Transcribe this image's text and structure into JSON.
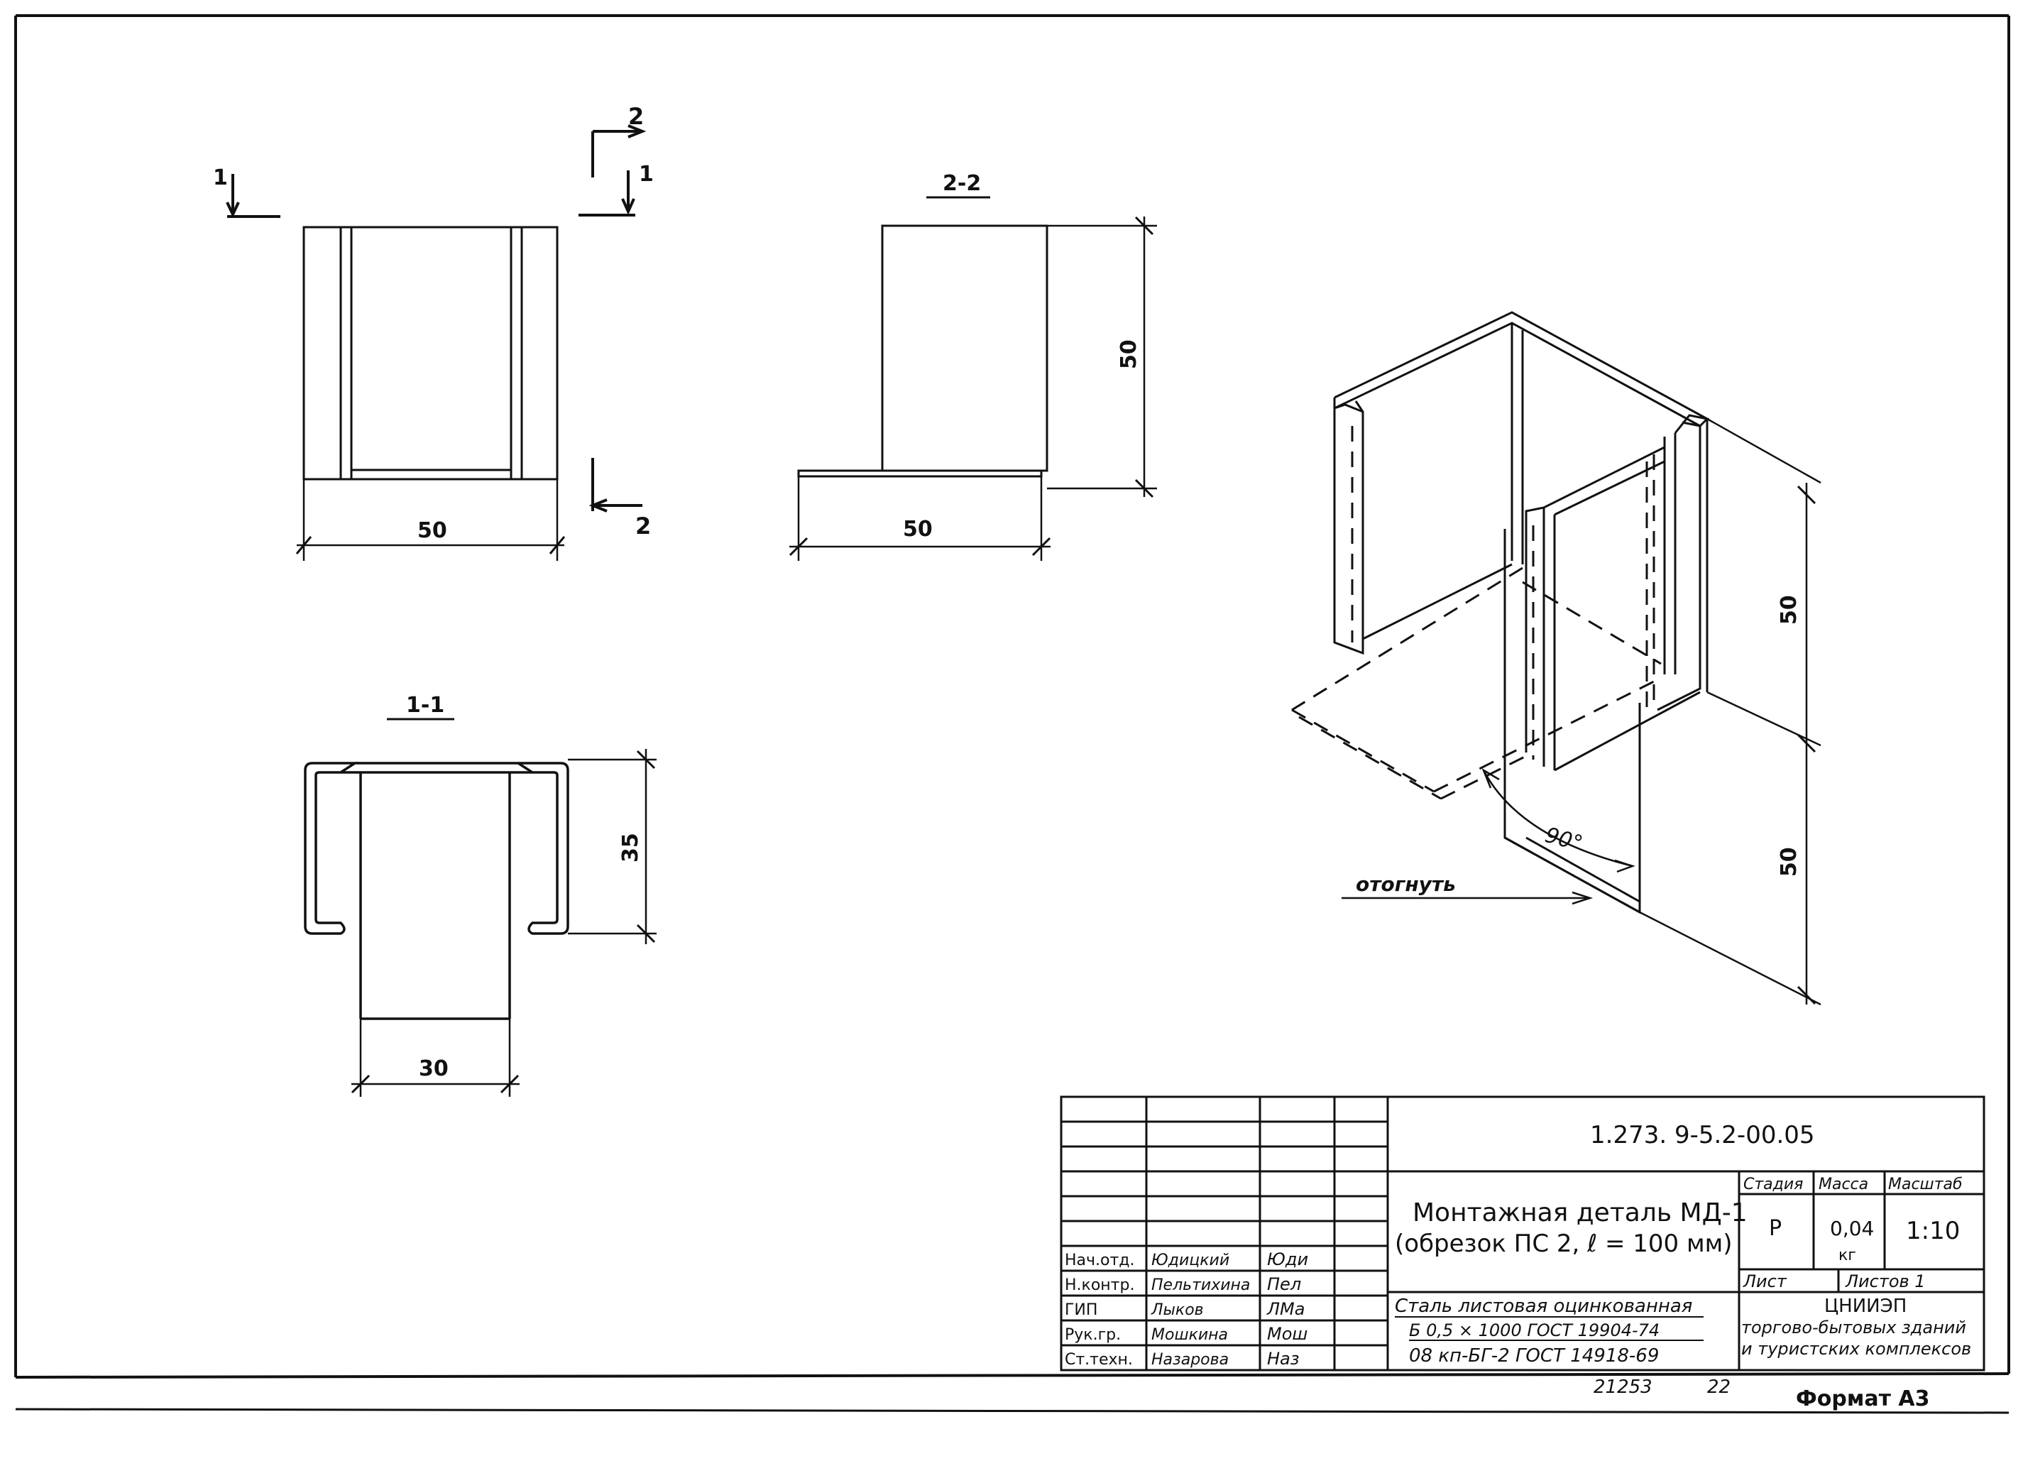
{
  "views": {
    "top": {
      "section_mark_1": "1",
      "section_mark_2": "2",
      "width_dim": "50"
    },
    "section_2_2": {
      "title": "2-2",
      "height_dim": "50",
      "width_dim": "50"
    },
    "section_1_1": {
      "title": "1-1",
      "height_dim": "35",
      "width_dim": "30"
    },
    "isometric": {
      "dim_upper": "50",
      "dim_lower": "50",
      "angle": "90°",
      "bend_label": "отогнуть"
    }
  },
  "title_block": {
    "doc_code": "1.273. 9-5.2-00.05",
    "part_name_line1": "Монтажная деталь МД-1",
    "part_name_line2": "(обрезок ПС 2,  ℓ = 100 мм)",
    "material_line1": "Сталь листовая оцинкованная",
    "material_line2": "Б 0,5 × 1000   ГОСТ 19904-74",
    "material_line3": "08 кп-БГ-2 ГОСТ 14918-69",
    "stage_header": "Стадия",
    "mass_header": "Масса",
    "scale_header": "Масштаб",
    "stage_value": "Р",
    "mass_value": "0,04",
    "mass_unit": "кг",
    "scale_value": "1:10",
    "sheet_label": "Лист",
    "sheets_label": "Листов 1",
    "org_line1": "ЦНИИЭП",
    "org_line2": "торгово-бытовых зданий",
    "org_line3": "и туристских комплексов",
    "roles": [
      {
        "role": "Нач.отд.",
        "name": "Юдицкий",
        "sign": "Юди"
      },
      {
        "role": "Н.контр.",
        "name": "Пельтихина",
        "sign": "Пел"
      },
      {
        "role": "ГИП",
        "name": "Лыков",
        "sign": "ЛМа"
      },
      {
        "role": "Рук.гр.",
        "name": "Мошкина",
        "sign": "Мош"
      },
      {
        "role": "Ст.техн.",
        "name": "Назарова",
        "sign": "Наз"
      }
    ]
  },
  "footer": {
    "stamp_number": "21253",
    "sheet_index": "22",
    "format_label": "Формат А3"
  }
}
